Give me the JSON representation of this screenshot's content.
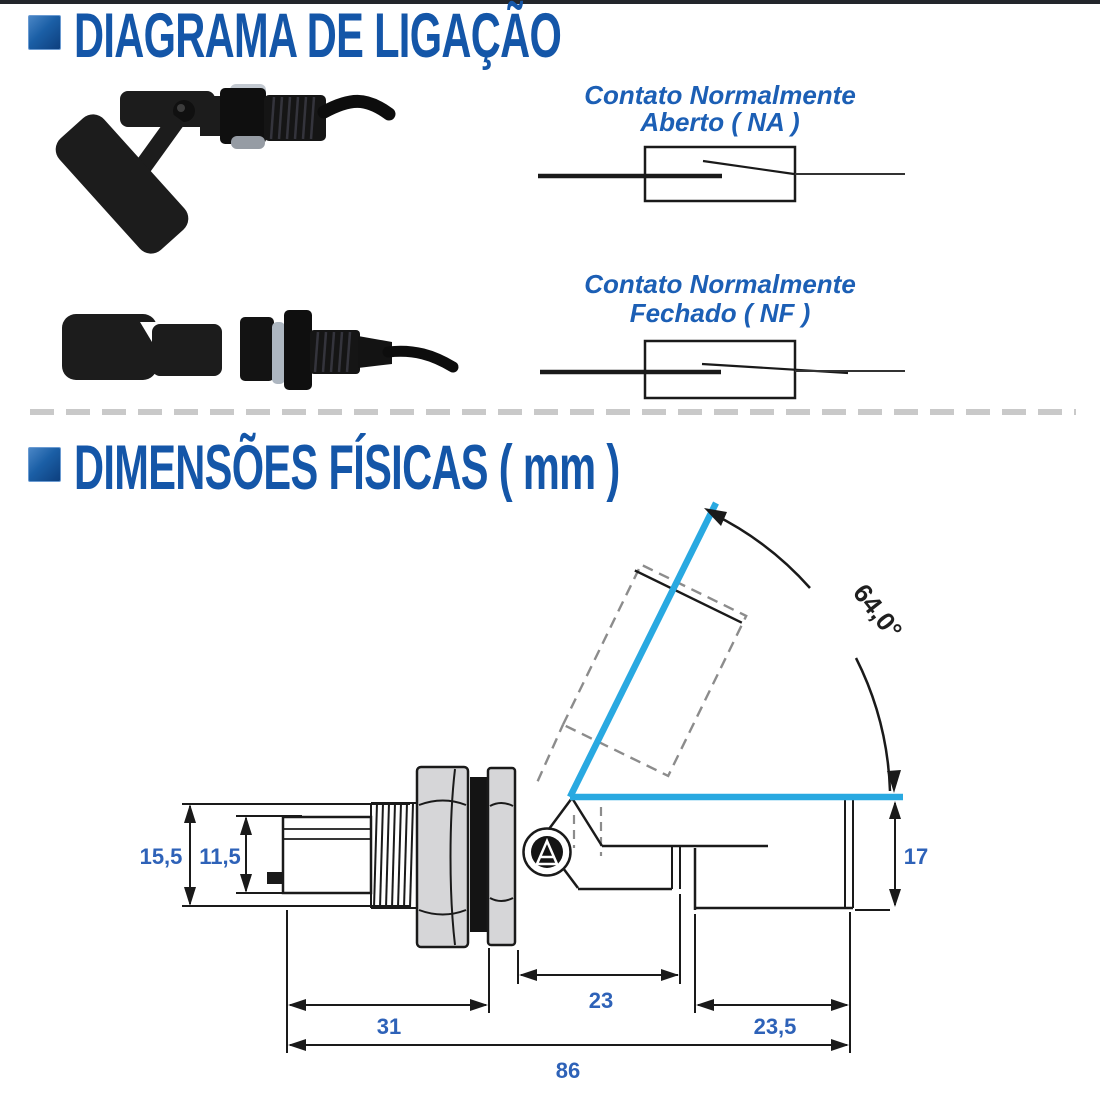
{
  "sections": {
    "wiring_title": "DIAGRAMA DE LIGAÇÃO",
    "dimensions_title": "DIMENSÕES FÍSICAS ( mm )"
  },
  "wiring": {
    "na_line1": "Contato Normalmente",
    "na_line2": "Aberto ( NA )",
    "nf_line1": "Contato Normalmente",
    "nf_line2": "Fechado ( NF )"
  },
  "dimensions": {
    "overall_height_mm": "15,5",
    "connector_height_mm": "11,5",
    "angle_deg": "64,0°",
    "float_height_mm": "17",
    "arm_length_mm": "23",
    "body_section_length_mm": "31",
    "float_length_mm": "23,5",
    "overall_length_mm": "86"
  },
  "colors": {
    "heading_blue": "#1456A8",
    "label_blue": "#1C5FB5",
    "dimension_blue": "#2E62B8",
    "cyan_accent": "#29A9E1",
    "line_black": "#1a1a1a"
  }
}
